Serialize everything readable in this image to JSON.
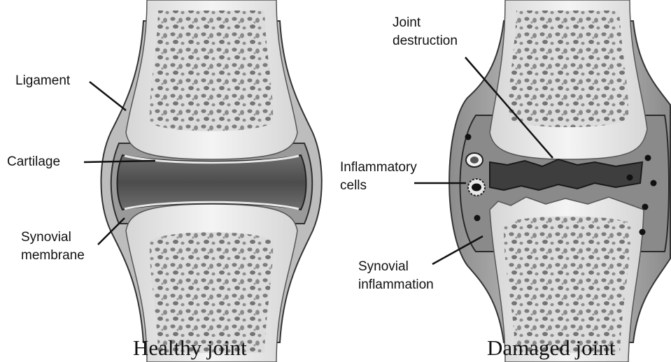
{
  "healthy_joint": {
    "caption": "Healthy joint",
    "labels": {
      "ligament": "Ligament",
      "cartilage": "Cartilage",
      "synovial_membrane_1": "Synovial",
      "synovial_membrane_2": "membrane"
    }
  },
  "damaged_joint": {
    "caption": "Damaged joint",
    "labels": {
      "joint_destruction_1": "Joint",
      "joint_destruction_2": "destruction",
      "inflammatory_cells_1": "Inflammatory",
      "inflammatory_cells_2": "cells",
      "synovial_inflammation_1": "Synovial",
      "synovial_inflammation_2": "inflammation"
    }
  }
}
